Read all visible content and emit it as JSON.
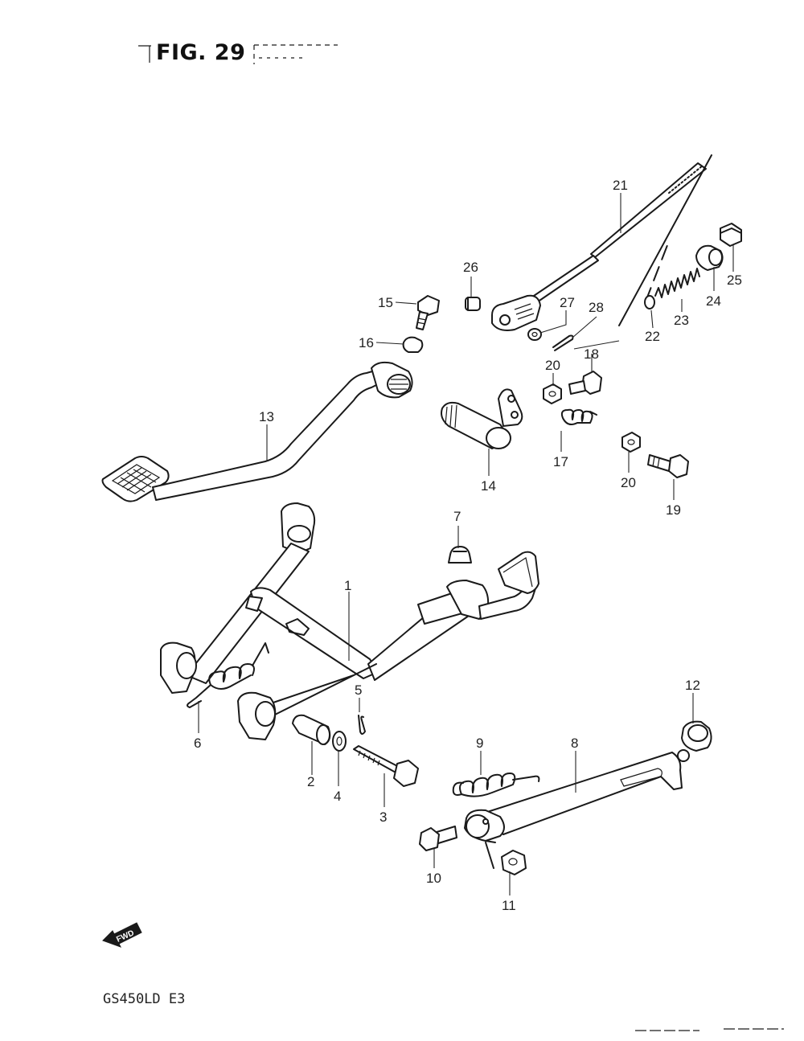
{
  "header": {
    "figure_title": "FIG. 29"
  },
  "footer": {
    "model_code": "GS450LD  E3",
    "fwd_label": "FWD"
  },
  "callouts": [
    {
      "id": "1",
      "label": "1"
    },
    {
      "id": "2",
      "label": "2"
    },
    {
      "id": "3",
      "label": "3"
    },
    {
      "id": "4",
      "label": "4"
    },
    {
      "id": "5",
      "label": "5"
    },
    {
      "id": "6",
      "label": "6"
    },
    {
      "id": "7",
      "label": "7"
    },
    {
      "id": "8",
      "label": "8"
    },
    {
      "id": "9",
      "label": "9"
    },
    {
      "id": "10",
      "label": "10"
    },
    {
      "id": "11",
      "label": "11"
    },
    {
      "id": "12",
      "label": "12"
    },
    {
      "id": "13",
      "label": "13"
    },
    {
      "id": "14",
      "label": "14"
    },
    {
      "id": "15",
      "label": "15"
    },
    {
      "id": "16",
      "label": "16"
    },
    {
      "id": "17",
      "label": "17"
    },
    {
      "id": "18",
      "label": "18"
    },
    {
      "id": "19",
      "label": "19"
    },
    {
      "id": "20a",
      "label": "20"
    },
    {
      "id": "20b",
      "label": "20"
    },
    {
      "id": "21",
      "label": "21"
    },
    {
      "id": "22",
      "label": "22"
    },
    {
      "id": "23",
      "label": "23"
    },
    {
      "id": "24",
      "label": "24"
    },
    {
      "id": "25",
      "label": "25"
    },
    {
      "id": "26",
      "label": "26"
    },
    {
      "id": "27",
      "label": "27"
    },
    {
      "id": "28",
      "label": "28"
    }
  ]
}
